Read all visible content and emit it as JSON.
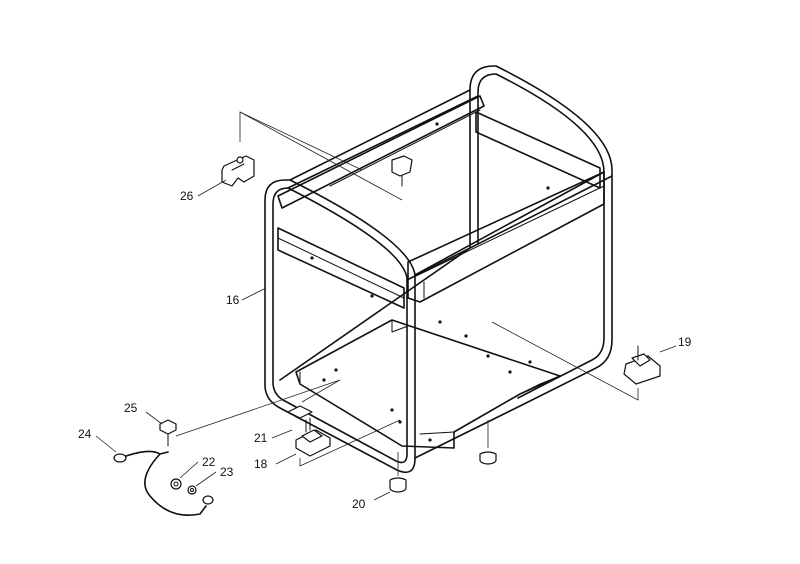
{
  "diagram": {
    "callouts": {
      "c16": "16",
      "c18": "18",
      "c19": "19",
      "c20": "20",
      "c21": "21",
      "c22": "22",
      "c23": "23",
      "c24": "24",
      "c25": "25",
      "c26": "26"
    }
  }
}
